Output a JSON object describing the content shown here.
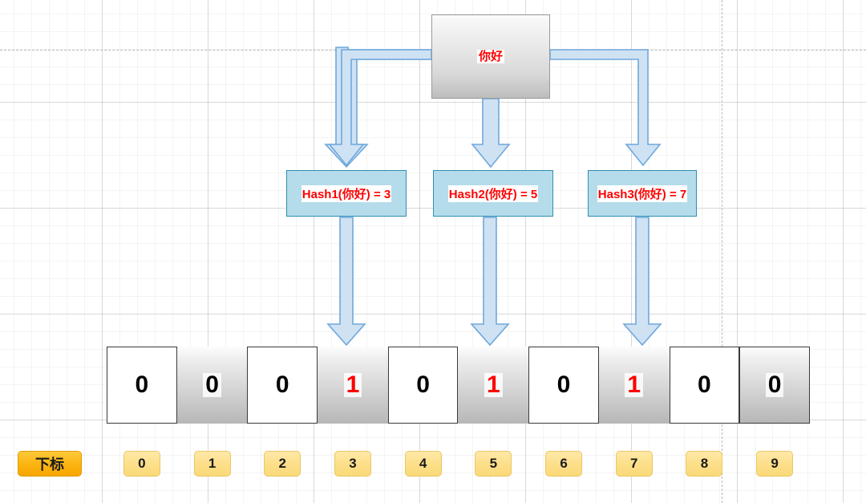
{
  "diagram": {
    "title_node": {
      "label": "你好",
      "text_color": "#ff0000"
    },
    "hash_nodes": [
      {
        "label": "Hash1(你好) = 3",
        "name": "hash1",
        "result_index": 3
      },
      {
        "label": "Hash2(你好) = 5",
        "name": "hash2",
        "result_index": 5
      },
      {
        "label": "Hash3(你好) = 7",
        "name": "hash3",
        "result_index": 7
      }
    ],
    "bit_array": {
      "cells": [
        {
          "value": "0",
          "set": false,
          "shade": "white"
        },
        {
          "value": "0",
          "set": false,
          "shade": "gray"
        },
        {
          "value": "0",
          "set": false,
          "shade": "white"
        },
        {
          "value": "1",
          "set": true,
          "shade": "gray"
        },
        {
          "value": "0",
          "set": false,
          "shade": "white"
        },
        {
          "value": "1",
          "set": true,
          "shade": "gray"
        },
        {
          "value": "0",
          "set": false,
          "shade": "white"
        },
        {
          "value": "1",
          "set": true,
          "shade": "gray"
        },
        {
          "value": "0",
          "set": false,
          "shade": "white"
        },
        {
          "value": "0",
          "set": false,
          "shade": "gray-bordered"
        }
      ]
    },
    "index_row": {
      "label": "下标",
      "indices": [
        "0",
        "1",
        "2",
        "3",
        "4",
        "5",
        "6",
        "7",
        "8",
        "9"
      ]
    },
    "colors": {
      "highlight_text": "#ff0000",
      "hash_box_fill": "#b5dcea",
      "hash_box_border": "#2f8fb5",
      "arrow_fill": "#cfe2f3",
      "arrow_border": "#6fa8dc",
      "index_label_fill": "#fcb513",
      "index_badge_fill": "#fde08c"
    }
  }
}
